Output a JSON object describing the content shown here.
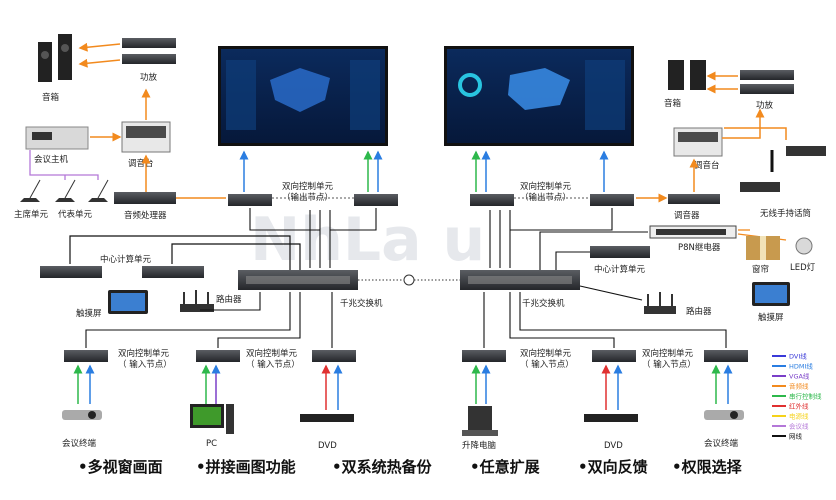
{
  "devices": {
    "speaker_left": "音箱",
    "amp_left": "功放",
    "conf_host": "会议主机",
    "mixer_left": "调音台",
    "chair_unit": "主席单元",
    "delegate_unit": "代表单元",
    "audio_processor": "音频处理器",
    "central_left": "中心计算单元",
    "touch_left": "触摸屏",
    "router_left": "路由器",
    "switch_left": "千兆交换机",
    "speaker_right": "音箱",
    "amp_right": "功放",
    "mixer_right": "调音台",
    "tuner": "调音器",
    "wireless_mic": "无线手持话筒",
    "p8n_relay": "P8N继电器",
    "curtain": "窗帘",
    "led": "LED灯",
    "touch_right": "触摸屏",
    "central_right": "中心计算单元",
    "switch_right": "千兆交换机",
    "router_right": "路由器"
  },
  "nodes": {
    "output_title": "双向控制单元",
    "output_sub": "（输出节点）",
    "input_title": "双向控制单元",
    "input_sub": "（ 输入节点）"
  },
  "sources": {
    "conf_terminal_left": "会议终端",
    "pc": "PC",
    "dvd_left": "DVD",
    "lift_pc": "升降电脑",
    "dvd_right": "DVD",
    "conf_terminal_right": "会议终端"
  },
  "legend": [
    {
      "label": "DVI线",
      "color": "#3a3ad8"
    },
    {
      "label": "HDMI线",
      "color": "#2a7de1"
    },
    {
      "label": "VGA线",
      "color": "#7a3fc8"
    },
    {
      "label": "音频线",
      "color": "#f28a1e"
    },
    {
      "label": "串行控制线",
      "color": "#2db84b"
    },
    {
      "label": "红外线",
      "color": "#e03030"
    },
    {
      "label": "电源线",
      "color": "#f5d21a"
    },
    {
      "label": "会议线",
      "color": "#b478d8"
    },
    {
      "label": "网线",
      "color": "#111111"
    }
  ],
  "features": [
    "多视窗画面",
    "拼接画图功能",
    "双系统热备份",
    "任意扩展",
    "双向反馈",
    "权限选择"
  ],
  "colors": {
    "orange": "#f28a1e",
    "blue": "#2a7de1",
    "green": "#2db84b",
    "red": "#e03030",
    "purple": "#7a3fc8",
    "black": "#111111"
  }
}
